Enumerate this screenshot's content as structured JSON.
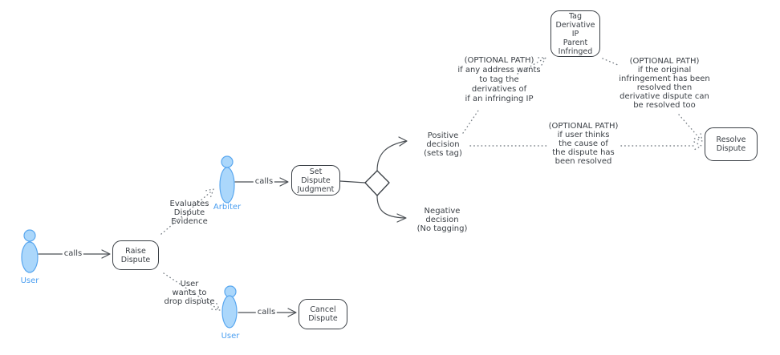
{
  "colors": {
    "bg": "#ffffff",
    "ink": "#3a3f45",
    "line": "#4a4f54",
    "dot": "#7c838a",
    "accent": "#4a9ef0",
    "actor-fill": "#abd7fb",
    "actor-stroke": "#59a7ef"
  },
  "actors": {
    "user_left": {
      "label": "User"
    },
    "arbiter": {
      "label": "Arbiter"
    },
    "user_bottom": {
      "label": "User"
    }
  },
  "nodes": {
    "raise": {
      "label": "Raise\nDispute"
    },
    "judgment": {
      "label": "Set\nDispute\nJudgment"
    },
    "cancel": {
      "label": "Cancel\nDispute"
    },
    "tag": {
      "label": "Tag\nDerivative\nIP\nParent\nInfringed"
    },
    "resolve": {
      "label": "Resolve\nDispute"
    }
  },
  "edges": {
    "calls_raise": "calls",
    "calls_judgment": "calls",
    "calls_cancel": "calls",
    "evaluates": "Evaluates\nDispute\nEvidence",
    "drop": "User\nwants to\ndrop dispute",
    "positive": "Positive\ndecision\n(sets tag)",
    "negative": "Negative\ndecision\n(No tagging)",
    "optional_tag": "(OPTIONAL PATH)\nif any address wants\nto tag the\nderivatives of\nif an infringing IP",
    "optional_resolved": "(OPTIONAL PATH)\nif the original\ninfringement has been\nresolved then\nderivative dispute can\nbe resolved too",
    "optional_user": "(OPTIONAL PATH)\nif user thinks\nthe cause of\nthe dispute has\nbeen resolved"
  }
}
